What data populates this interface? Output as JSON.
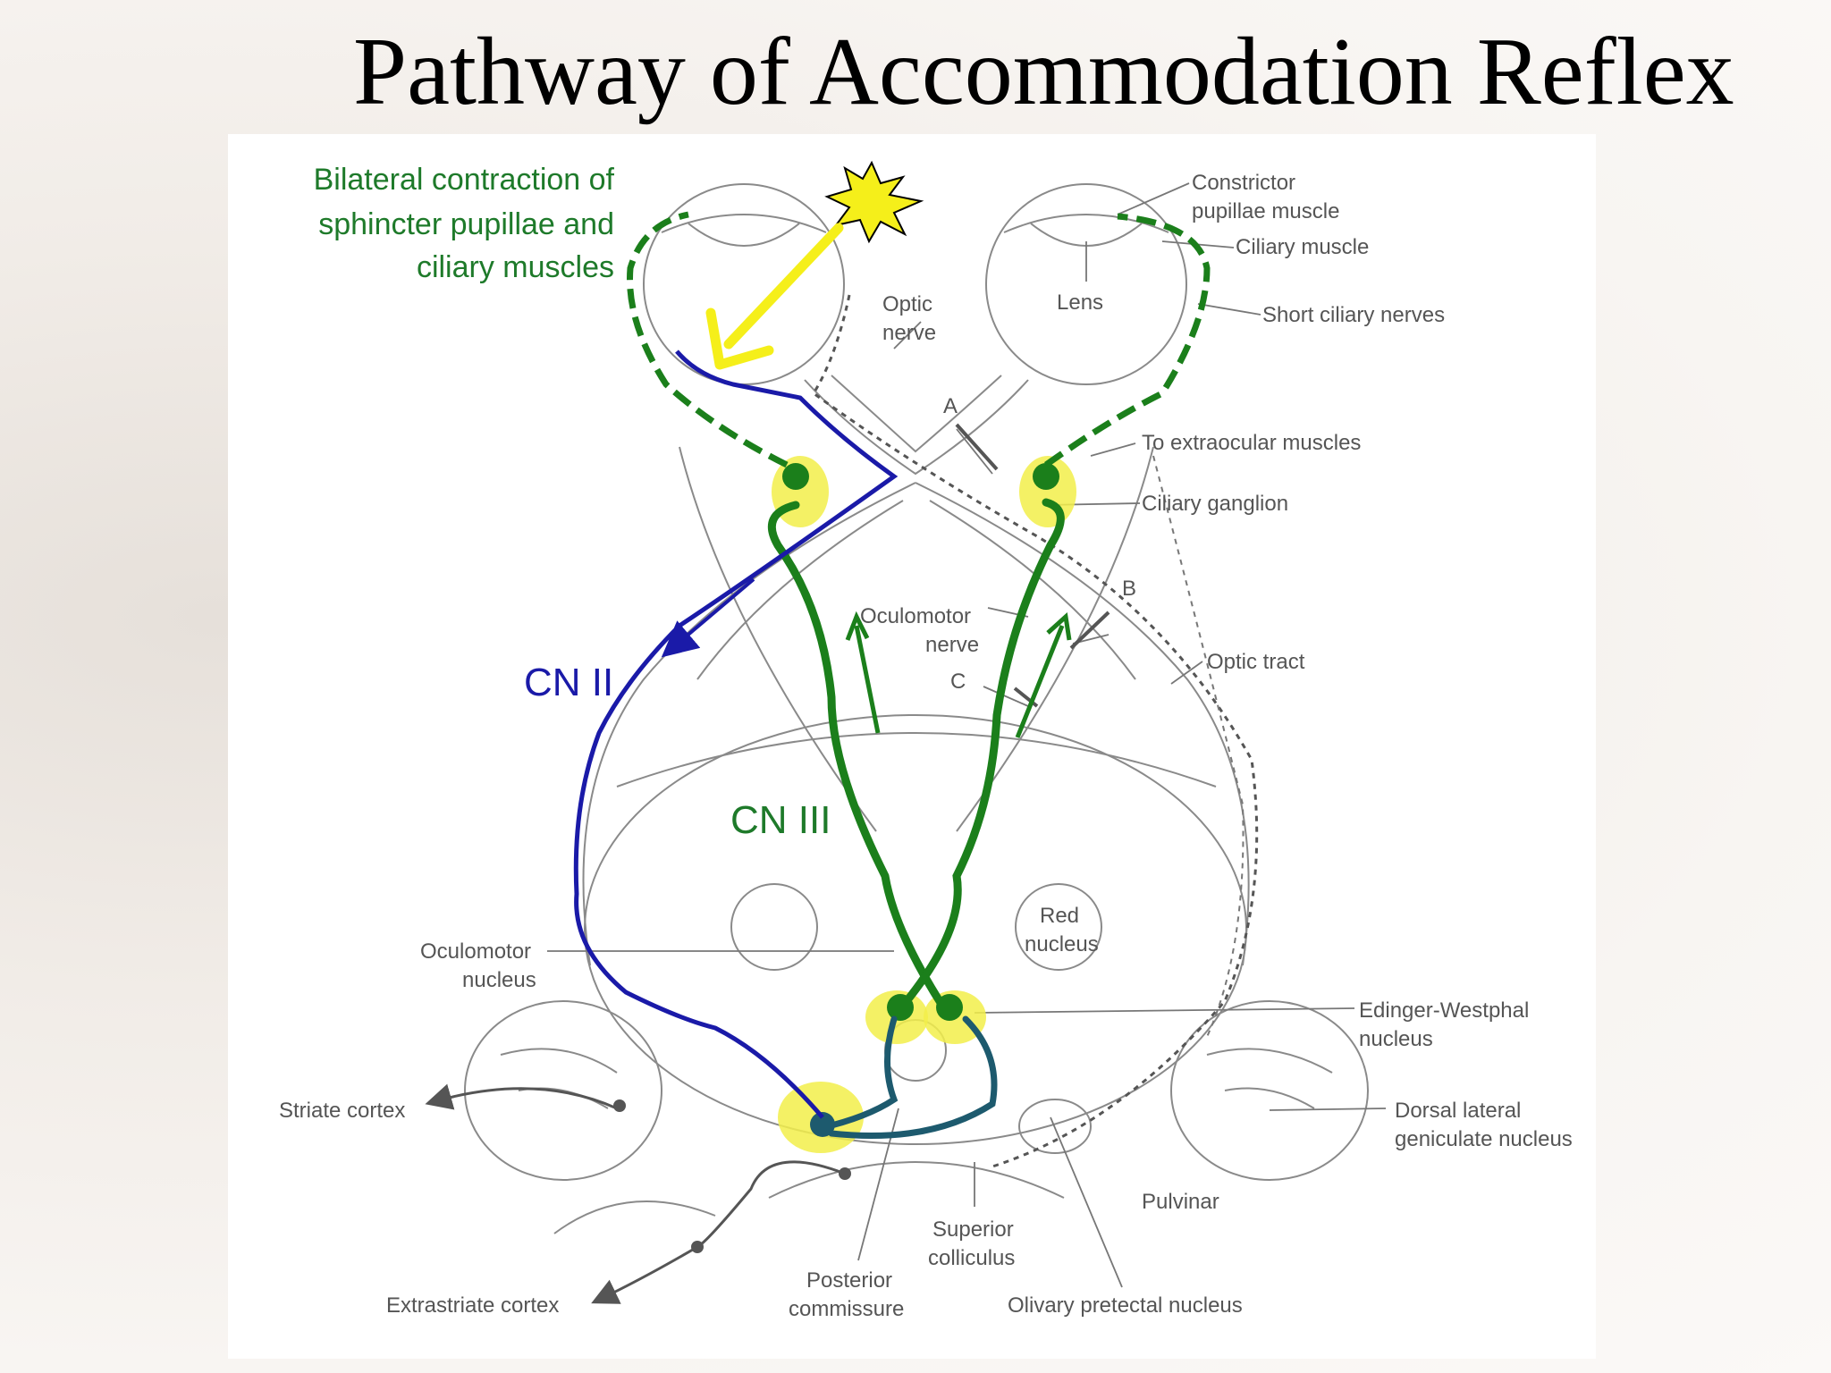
{
  "title": "Pathway of Accommodation Reflex",
  "colors": {
    "optic_pathway": "#1a1aa8",
    "oculomotor_pathway": "#1b7f1b",
    "light_arrow": "#f5ef1a",
    "nucleus_highlight": "#f2ef4a",
    "interneuron": "#1d5a6e"
  },
  "annotations": {
    "bilateral": [
      "Bilateral contraction of",
      "sphincter pupillae and",
      "ciliary muscles"
    ],
    "cn2": "CN II",
    "cn3": "CN III"
  },
  "labels": {
    "constrictor": [
      "Constrictor",
      "pupillae muscle"
    ],
    "ciliary_muscle": "Ciliary muscle",
    "short_ciliary": "Short ciliary nerves",
    "lens": "Lens",
    "optic_nerve": [
      "Optic",
      "nerve"
    ],
    "a": "A",
    "extraocular": "To extraocular muscles",
    "ciliary_ganglion": "Ciliary ganglion",
    "b": "B",
    "oculomotor_nerve": [
      "Oculomotor",
      "nerve"
    ],
    "c": "C",
    "optic_tract": "Optic tract",
    "oculomotor_nucleus": [
      "Oculomotor",
      "nucleus"
    ],
    "red_nucleus": [
      "Red",
      "nucleus"
    ],
    "edinger": [
      "Edinger-Westphal",
      "nucleus"
    ],
    "striate": "Striate cortex",
    "dorsal_lgn": [
      "Dorsal lateral",
      "geniculate nucleus"
    ],
    "pulvinar": "Pulvinar",
    "superior_colliculus": [
      "Superior",
      "colliculus"
    ],
    "posterior_commissure": [
      "Posterior",
      "commissure"
    ],
    "extrastriate": "Extrastriate cortex",
    "olivary": "Olivary pretectal nucleus"
  }
}
